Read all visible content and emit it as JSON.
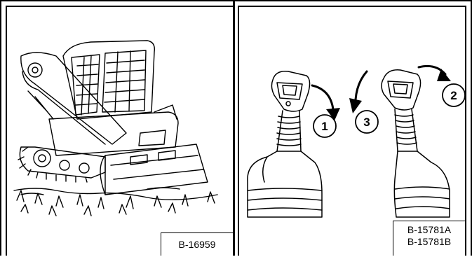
{
  "left_panel": {
    "figure_ref": "B-16959"
  },
  "right_panel": {
    "figure_ref_a": "B-15781A",
    "figure_ref_b": "B-15781B",
    "callouts": [
      "1",
      "2",
      "3"
    ]
  }
}
